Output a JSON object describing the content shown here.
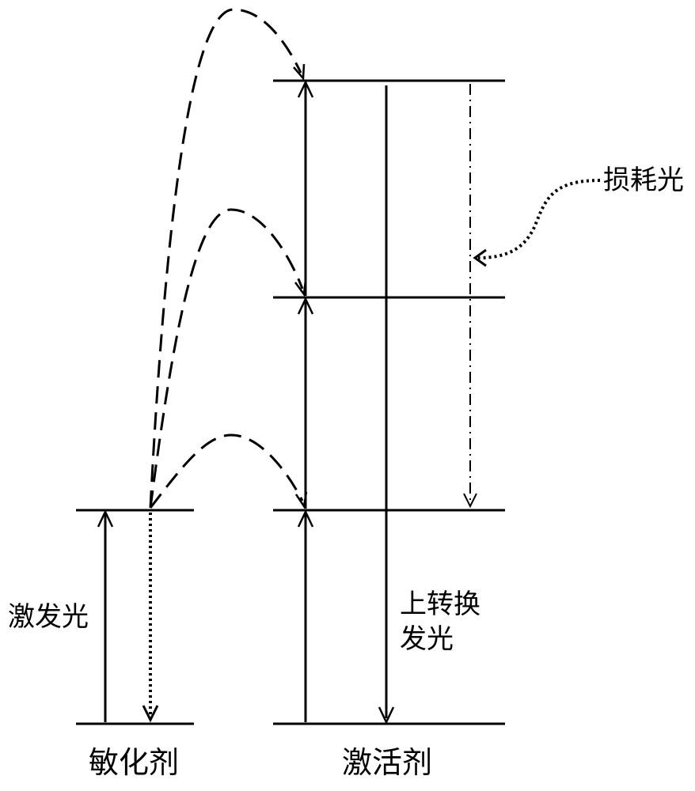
{
  "colors": {
    "stroke": "#000000",
    "background": "#ffffff"
  },
  "labels": {
    "excitation": "激发光",
    "loss": "损耗光",
    "upconversion_line1": "上转换",
    "upconversion_line2": "发光",
    "sensitizer": "敏化剂",
    "activator": "激活剂"
  },
  "diagram": {
    "type": "energy-level diagram",
    "columns": [
      {
        "name_ref": "labels.sensitizer",
        "levels": [
          "ground",
          "excited"
        ]
      },
      {
        "name_ref": "labels.activator",
        "levels": [
          "ground",
          "level-1",
          "level-2",
          "level-3"
        ]
      }
    ],
    "transitions": [
      {
        "kind": "absorption",
        "from": "sensitizer.ground",
        "to": "sensitizer.excited",
        "style": "solid",
        "label_ref": "labels.excitation"
      },
      {
        "kind": "relaxation",
        "from": "sensitizer.excited",
        "to": "sensitizer.ground",
        "style": "dotted"
      },
      {
        "kind": "energy-transfer",
        "from": "sensitizer.excited",
        "to": "activator.level-1",
        "style": "dashed"
      },
      {
        "kind": "energy-transfer",
        "from": "sensitizer.excited",
        "to": "activator.level-2",
        "style": "dashed"
      },
      {
        "kind": "energy-transfer",
        "from": "sensitizer.excited",
        "to": "activator.level-3",
        "style": "dashed"
      },
      {
        "kind": "excitation",
        "from": "activator.ground",
        "to": "activator.level-3",
        "style": "solid"
      },
      {
        "kind": "emission",
        "from": "activator.level-3",
        "to": "activator.ground",
        "style": "solid",
        "label_ref": "labels.upconversion_line1"
      },
      {
        "kind": "non-radiative loss",
        "from": "activator.level-3",
        "to": "activator.level-1",
        "style": "dash-dot",
        "label_ref": "labels.loss"
      }
    ]
  }
}
